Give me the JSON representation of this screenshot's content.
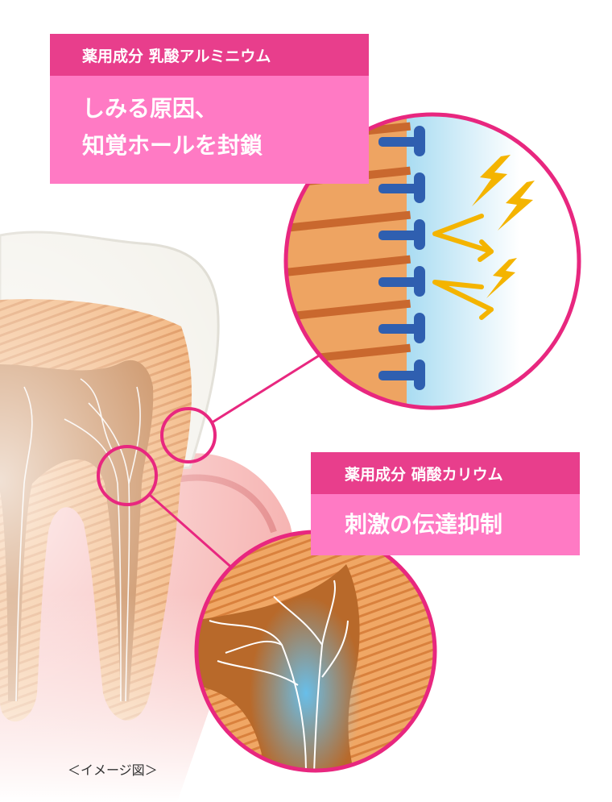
{
  "callout_top": {
    "label": "薬用成分 乳酸アルミニウム",
    "line1": "しみる原因、",
    "line2": "知覚ホールを封鎖"
  },
  "callout_bottom": {
    "label": "薬用成分 硝酸カリウム",
    "line1": "刺激の伝達抑制"
  },
  "caption": "＜イメージ図＞",
  "colors": {
    "accent_dark": "#e83e8c",
    "accent_light": "#ff7ac4",
    "dentin": "#e89a5a",
    "pulp": "#c87a30",
    "gum": "#f4a7a7",
    "seal": "#2f5fb0",
    "nerve_signal": "#f4b400"
  }
}
